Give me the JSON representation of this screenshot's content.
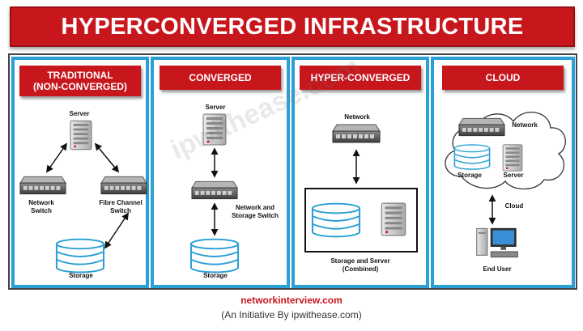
{
  "title": "HYPERCONVERGED INFRASTRUCTURE",
  "panels": {
    "traditional": {
      "header": "TRADITIONAL\n(NON-CONVERGED)",
      "server": "Server",
      "network_switch": "Network\nSwitch",
      "fc_switch": "Fibre Channel\nSwitch",
      "storage": "Storage"
    },
    "converged": {
      "header": "CONVERGED",
      "server": "Server",
      "switch": "Network and\nStorage Switch",
      "storage": "Storage"
    },
    "hyperconverged": {
      "header": "HYPER-CONVERGED",
      "network": "Network",
      "combined": "Storage and Server\n(Combined)"
    },
    "cloud": {
      "header": "CLOUD",
      "network": "Network",
      "storage": "Storage",
      "server": "Server",
      "cloud": "Cloud",
      "end_user": "End User"
    }
  },
  "footer": {
    "site": "networkinterview.com",
    "initiative": "(An Initiative By ipwithease.com)"
  },
  "watermark": "ipwithease.com",
  "colors": {
    "red": "#c8161d",
    "blue": "#2aa0d6",
    "storage": "#2a9fd6"
  }
}
